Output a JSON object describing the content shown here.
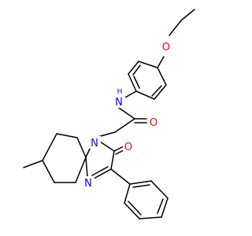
{
  "molecule": {
    "atoms": {
      "O_ether": "O",
      "H_amide": "H",
      "N_amide": "N",
      "O_carbonyl": "O",
      "N1": "N",
      "O_ring": "O",
      "N4": "N"
    }
  },
  "colors": {
    "bond": "#000000",
    "oxygen": "#ff0000",
    "nitrogen": "#0000ff",
    "background": "#ffffff"
  }
}
